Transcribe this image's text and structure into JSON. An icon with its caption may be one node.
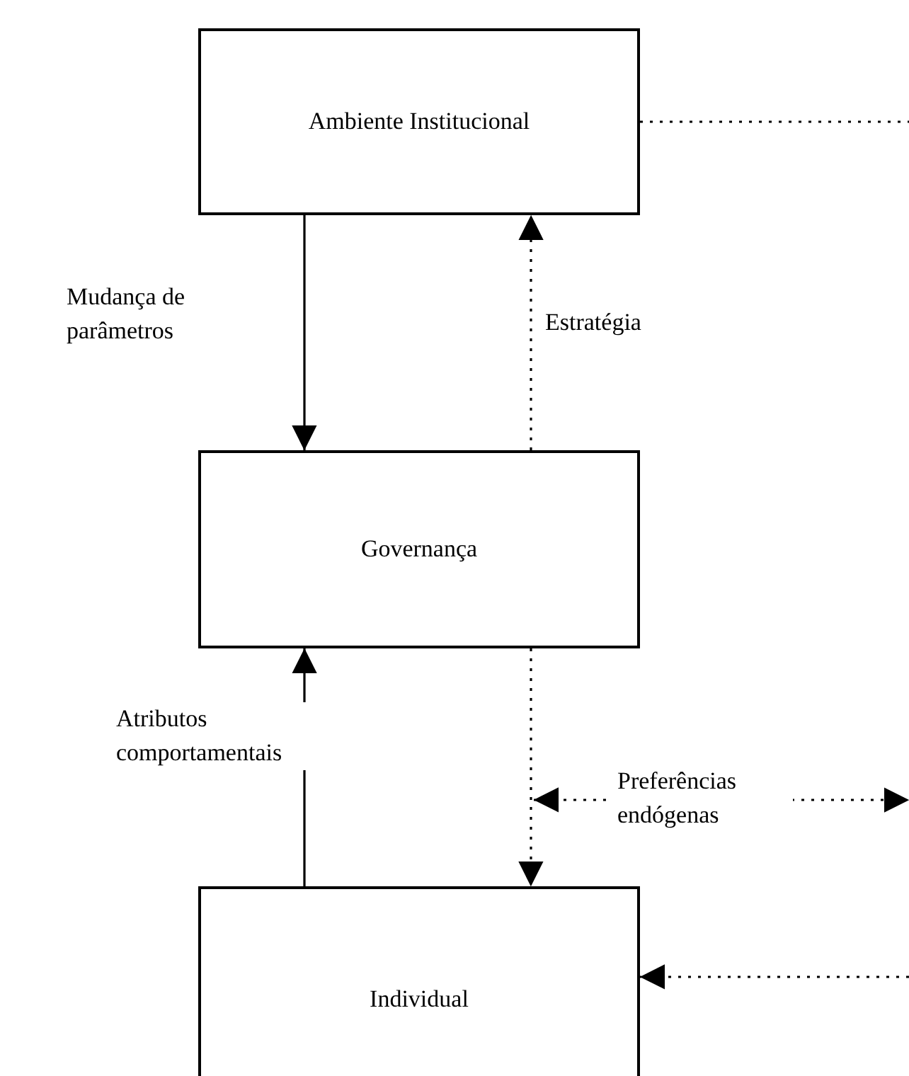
{
  "diagram": {
    "nodes": [
      {
        "text": [
          "Ambiente Institucional"
        ]
      },
      {
        "text": [
          "Governança"
        ]
      },
      {
        "text": [
          "Individual"
        ]
      }
    ],
    "edges": [
      {
        "from": 0,
        "to": 1,
        "arrow": "to",
        "label": "Mudança de parâmetros"
      },
      {
        "from": 1,
        "to": 0,
        "arrow": "to",
        "style": "dashed",
        "label": "Estratégia"
      },
      {
        "from": 2,
        "to": 1,
        "arrow": "to",
        "label": "Atributos comportamentais"
      },
      {
        "from": 1,
        "to": 2,
        "arrow": "to",
        "style": "dashed"
      },
      {
        "from": 0,
        "to": null,
        "arrow": "none",
        "style": "dashed"
      },
      {
        "from": null,
        "to": 2,
        "arrow": "to",
        "style": "dashed"
      }
    ],
    "labels": [
      "Preferências endógenas"
    ]
  }
}
